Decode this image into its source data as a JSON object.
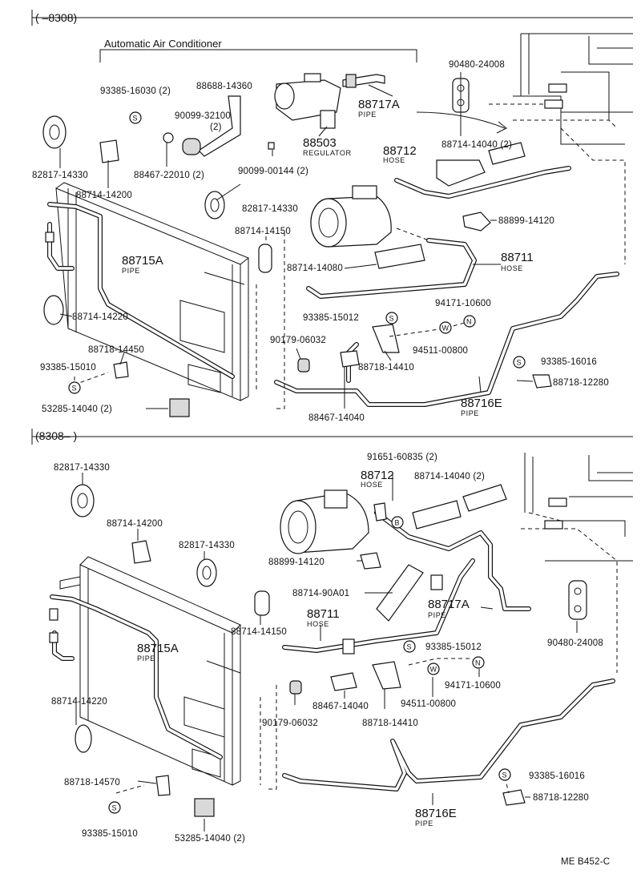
{
  "upper_section": {
    "range_label": "(      –8308)",
    "title": "Automatic Air Conditioner",
    "parts": {
      "p93385_16030": "93385-16030 (2)",
      "p88688_14360": "88688-14360",
      "p90099_32100": "90099-32100",
      "p90099_32100_qty": "(2)",
      "p88717A": "88717A",
      "p88717A_sub": "PIPE",
      "p90480_24008": "90480-24008",
      "p88503": "88503",
      "p88503_sub": "REGULATOR",
      "p82817_14330_a": "82817-14330",
      "p88714_14200": "88714-14200",
      "p88467_22010": "88467-22010 (2)",
      "p90099_00144": "90099-00144 (2)",
      "p88712": "88712",
      "p88712_sub": "HOSE",
      "p88714_14040": "88714-14040 (2)",
      "p82817_14330_b": "82817-14330",
      "p88899_14120": "88899-14120",
      "p88714_14150": "88714-14150",
      "p88715A": "88715A",
      "p88715A_sub": "PIPE",
      "p88711": "88711",
      "p88711_sub": "HOSE",
      "p88714_14080": "88714-14080",
      "p88714_14220": "88714-14220",
      "p94171_10600": "94171-10600",
      "p93385_15012": "93385-15012",
      "p90179_06032": "90179-06032",
      "p94511_00800": "94511-00800",
      "p88718_14450": "88718-14450",
      "p88718_14410": "88718-14410",
      "p93385_16016": "93385-16016",
      "p93385_15010": "93385-15010",
      "p88718_12280": "88718-12280",
      "p88716E": "88716E",
      "p88716E_sub": "PIPE",
      "p53285_14040": "53285-14040 (2)",
      "p88467_14040": "88467-14040"
    }
  },
  "lower_section": {
    "range_label": "(8308–       )",
    "parts": {
      "p91651_60835": "91651-60835 (2)",
      "p82817_14330_a": "82817-14330",
      "p88712": "88712",
      "p88712_sub": "HOSE",
      "p88714_14040": "88714-14040 (2)",
      "p88714_14200": "88714-14200",
      "p82817_14330_b": "82817-14330",
      "p88899_14120": "88899-14120",
      "p88714_90A01": "88714-90A01",
      "p88717A": "88717A",
      "p88717A_sub": "PIPE",
      "p88711": "88711",
      "p88711_sub": "HOSE",
      "p88714_14150": "88714-14150",
      "p90480_24008": "90480-24008",
      "p88715A": "88715A",
      "p88715A_sub": "PIPE",
      "p93385_15012": "93385-15012",
      "p94171_10600": "94171-10600",
      "p88467_14040": "88467-14040",
      "p94511_00800": "94511-00800",
      "p88714_14220": "88714-14220",
      "p90179_06032": "90179-06032",
      "p88718_14410": "88718-14410",
      "p93385_16016": "93385-16016",
      "p88718_14570": "88718-14570",
      "p88718_12280": "88718-12280",
      "p88716E": "88716E",
      "p88716E_sub": "PIPE",
      "p93385_15010": "93385-15010",
      "p53285_14040": "53285-14040 (2)"
    }
  },
  "symbols": {
    "s": "S",
    "n": "N",
    "w": "W",
    "b": "B"
  },
  "footer": {
    "code": "ME  B452-C"
  }
}
